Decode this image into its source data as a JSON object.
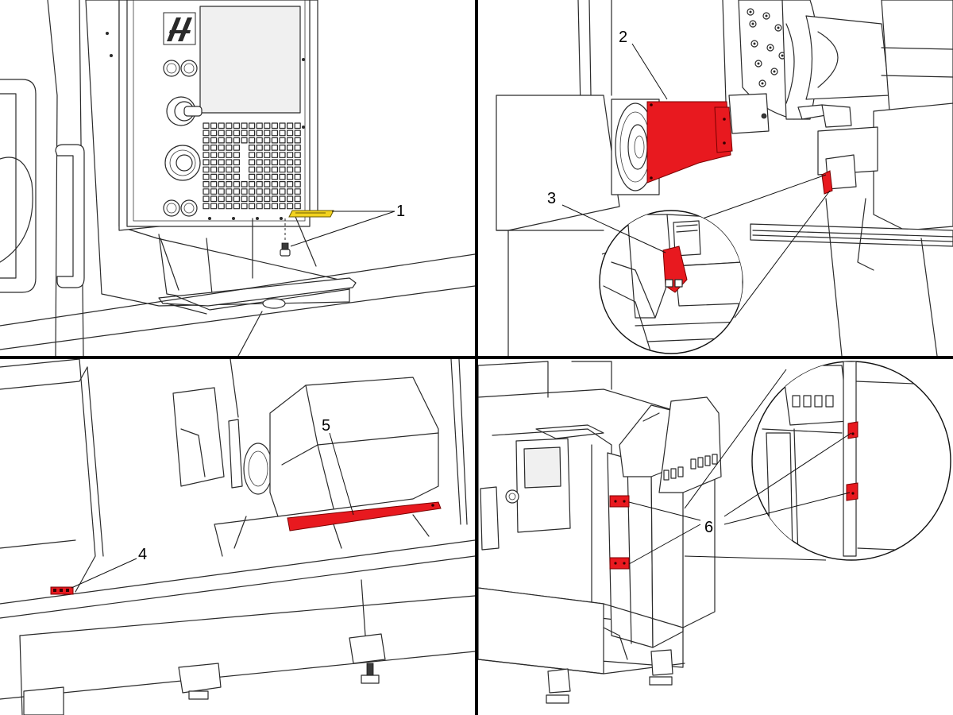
{
  "colors": {
    "highlight": "#e8191f",
    "decal": "#f2d21e",
    "line": "#2a2a2a",
    "divider": "#000000"
  },
  "callouts": {
    "c1": "1",
    "c2": "2",
    "c3": "3",
    "c4": "4",
    "c5": "5",
    "c6": "6"
  }
}
